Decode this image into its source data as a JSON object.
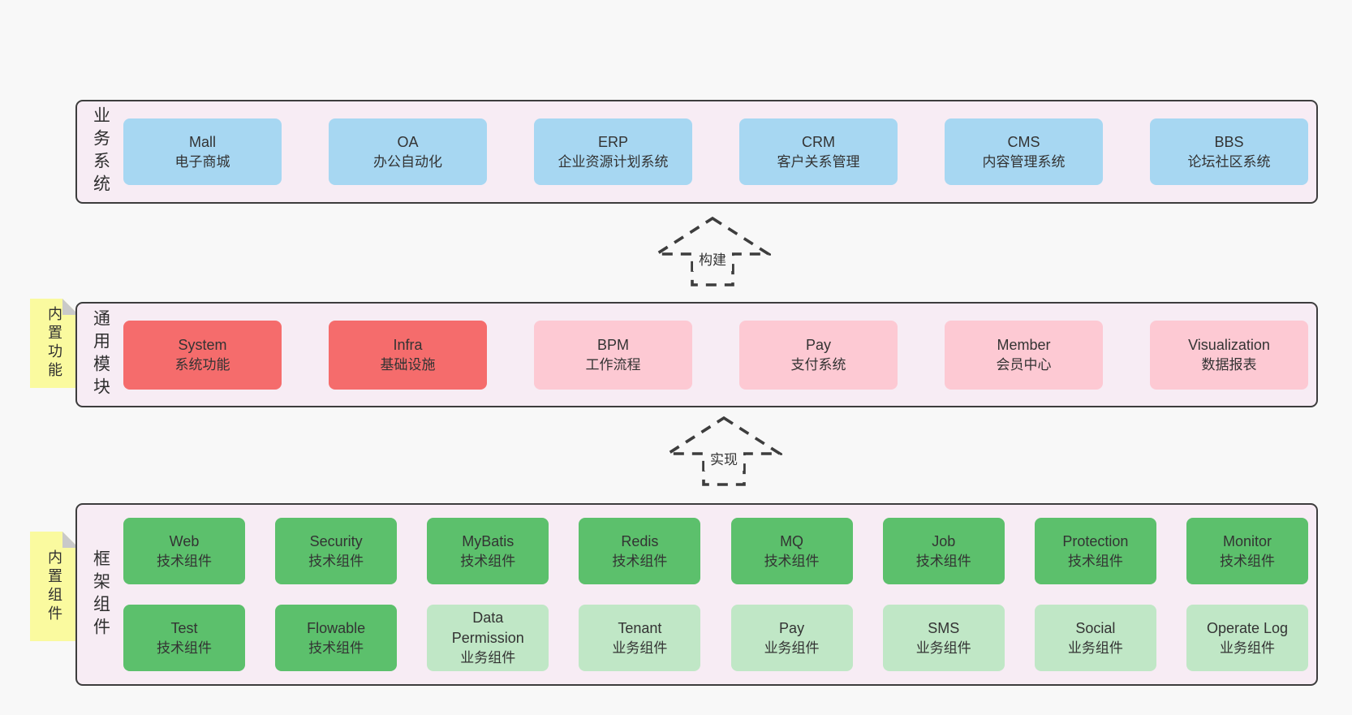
{
  "colors": {
    "blue": "#a7d7f2",
    "red": "#f56c6c",
    "pink": "#fdc9d3",
    "green": "#5cc06c",
    "green_light": "#c0e7c6",
    "band_background": "#f7ecf4",
    "band_border": "#3d3d3d",
    "sticky_yellow": "#fafa9f",
    "sticky_fold_gray": "#c9c9c9",
    "page_background": "#f8f8f8",
    "text": "#333333"
  },
  "bands": [
    {
      "id": "business-systems",
      "label": "业务系统",
      "sticky": null,
      "rows": [
        [
          {
            "title": "Mall",
            "subtitle": "电子商城",
            "variant": "blue"
          },
          {
            "title": "OA",
            "subtitle": "办公自动化",
            "variant": "blue"
          },
          {
            "title": "ERP",
            "subtitle": "企业资源计划系统",
            "variant": "blue"
          },
          {
            "title": "CRM",
            "subtitle": "客户关系管理",
            "variant": "blue"
          },
          {
            "title": "CMS",
            "subtitle": "内容管理系统",
            "variant": "blue"
          },
          {
            "title": "BBS",
            "subtitle": "论坛社区系统",
            "variant": "blue"
          }
        ]
      ]
    },
    {
      "id": "common-modules",
      "label": "通用模块",
      "sticky": "内置功能",
      "rows": [
        [
          {
            "title": "System",
            "subtitle": "系统功能",
            "variant": "red"
          },
          {
            "title": "Infra",
            "subtitle": "基础设施",
            "variant": "red"
          },
          {
            "title": "BPM",
            "subtitle": "工作流程",
            "variant": "pink"
          },
          {
            "title": "Pay",
            "subtitle": "支付系统",
            "variant": "pink"
          },
          {
            "title": "Member",
            "subtitle": "会员中心",
            "variant": "pink"
          },
          {
            "title": "Visualization",
            "subtitle": "数据报表",
            "variant": "pink"
          }
        ]
      ]
    },
    {
      "id": "framework-components",
      "label": "框架组件",
      "sticky": "内置组件",
      "rows": [
        [
          {
            "title": "Web",
            "subtitle": "技术组件",
            "variant": "green"
          },
          {
            "title": "Security",
            "subtitle": "技术组件",
            "variant": "green"
          },
          {
            "title": "MyBatis",
            "subtitle": "技术组件",
            "variant": "green"
          },
          {
            "title": "Redis",
            "subtitle": "技术组件",
            "variant": "green"
          },
          {
            "title": "MQ",
            "subtitle": "技术组件",
            "variant": "green"
          },
          {
            "title": "Job",
            "subtitle": "技术组件",
            "variant": "green"
          },
          {
            "title": "Protection",
            "subtitle": "技术组件",
            "variant": "green"
          },
          {
            "title": "Monitor",
            "subtitle": "技术组件",
            "variant": "green"
          }
        ],
        [
          {
            "title": "Test",
            "subtitle": "技术组件",
            "variant": "green"
          },
          {
            "title": "Flowable",
            "subtitle": "技术组件",
            "variant": "green"
          },
          {
            "title": "Data Permission",
            "subtitle": "业务组件",
            "variant": "green_light"
          },
          {
            "title": "Tenant",
            "subtitle": "业务组件",
            "variant": "green_light"
          },
          {
            "title": "Pay",
            "subtitle": "业务组件",
            "variant": "green_light"
          },
          {
            "title": "SMS",
            "subtitle": "业务组件",
            "variant": "green_light"
          },
          {
            "title": "Social",
            "subtitle": "业务组件",
            "variant": "green_light"
          },
          {
            "title": "Operate Log",
            "subtitle": "业务组件",
            "variant": "green_light"
          }
        ]
      ]
    }
  ],
  "arrows": [
    {
      "label": "构建"
    },
    {
      "label": "实现"
    }
  ]
}
